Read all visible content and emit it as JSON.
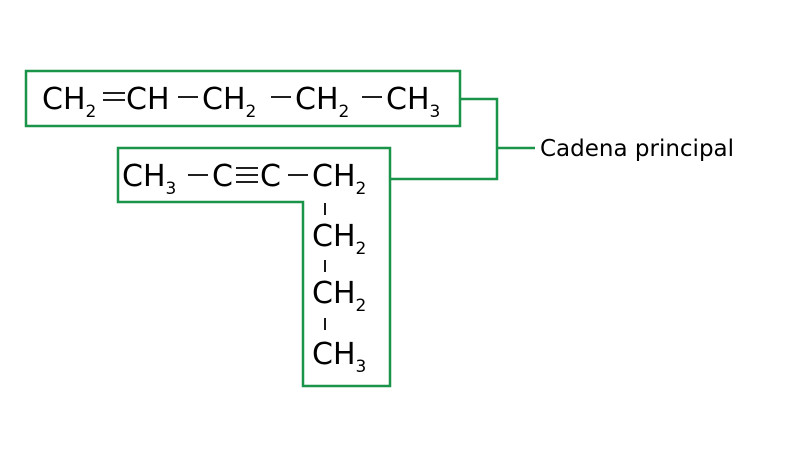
{
  "molecule_1": {
    "groups": [
      {
        "main": "CH",
        "sub": "2"
      },
      {
        "main": "CH",
        "sub": ""
      },
      {
        "main": "CH",
        "sub": "2"
      },
      {
        "main": "CH",
        "sub": "2"
      },
      {
        "main": "CH",
        "sub": "3"
      }
    ],
    "bonds": [
      "=",
      "–",
      "–",
      "–"
    ]
  },
  "molecule_2": {
    "row": [
      {
        "main": "CH",
        "sub": "3"
      },
      {
        "main": "C",
        "sub": ""
      },
      {
        "main": "C",
        "sub": ""
      },
      {
        "main": "CH",
        "sub": "2"
      }
    ],
    "row_bonds": [
      "–",
      "≡",
      "–"
    ],
    "column": [
      {
        "main": "CH",
        "sub": "2"
      },
      {
        "main": "CH",
        "sub": "2"
      },
      {
        "main": "CH",
        "sub": "3"
      }
    ],
    "column_bond": "|"
  },
  "label": "Cadena principal",
  "colors": {
    "box": "#1a9448",
    "text": "#000000"
  }
}
